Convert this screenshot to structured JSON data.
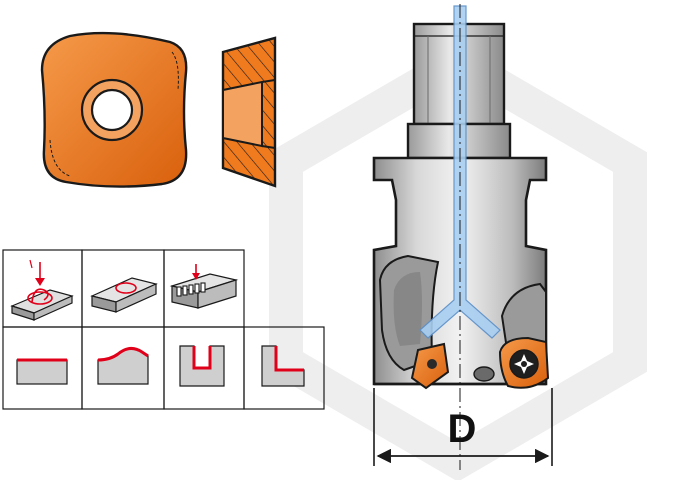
{
  "diagram": {
    "colors": {
      "insert": "#f07a1e",
      "outline": "#1a1a1a",
      "cutter_body": "#c4c4c4",
      "coolant": "#9fc8f0",
      "accent_red": "#e1001a",
      "watermark": "#efefef"
    },
    "dimension": {
      "label": "D"
    },
    "applications": {
      "top_row": [
        "face-milling-helical",
        "face-milling",
        "slotting-grooving"
      ],
      "bottom_row": [
        "shoulder-flat",
        "profile-contour",
        "slot-profile",
        "square-shoulder"
      ]
    }
  }
}
